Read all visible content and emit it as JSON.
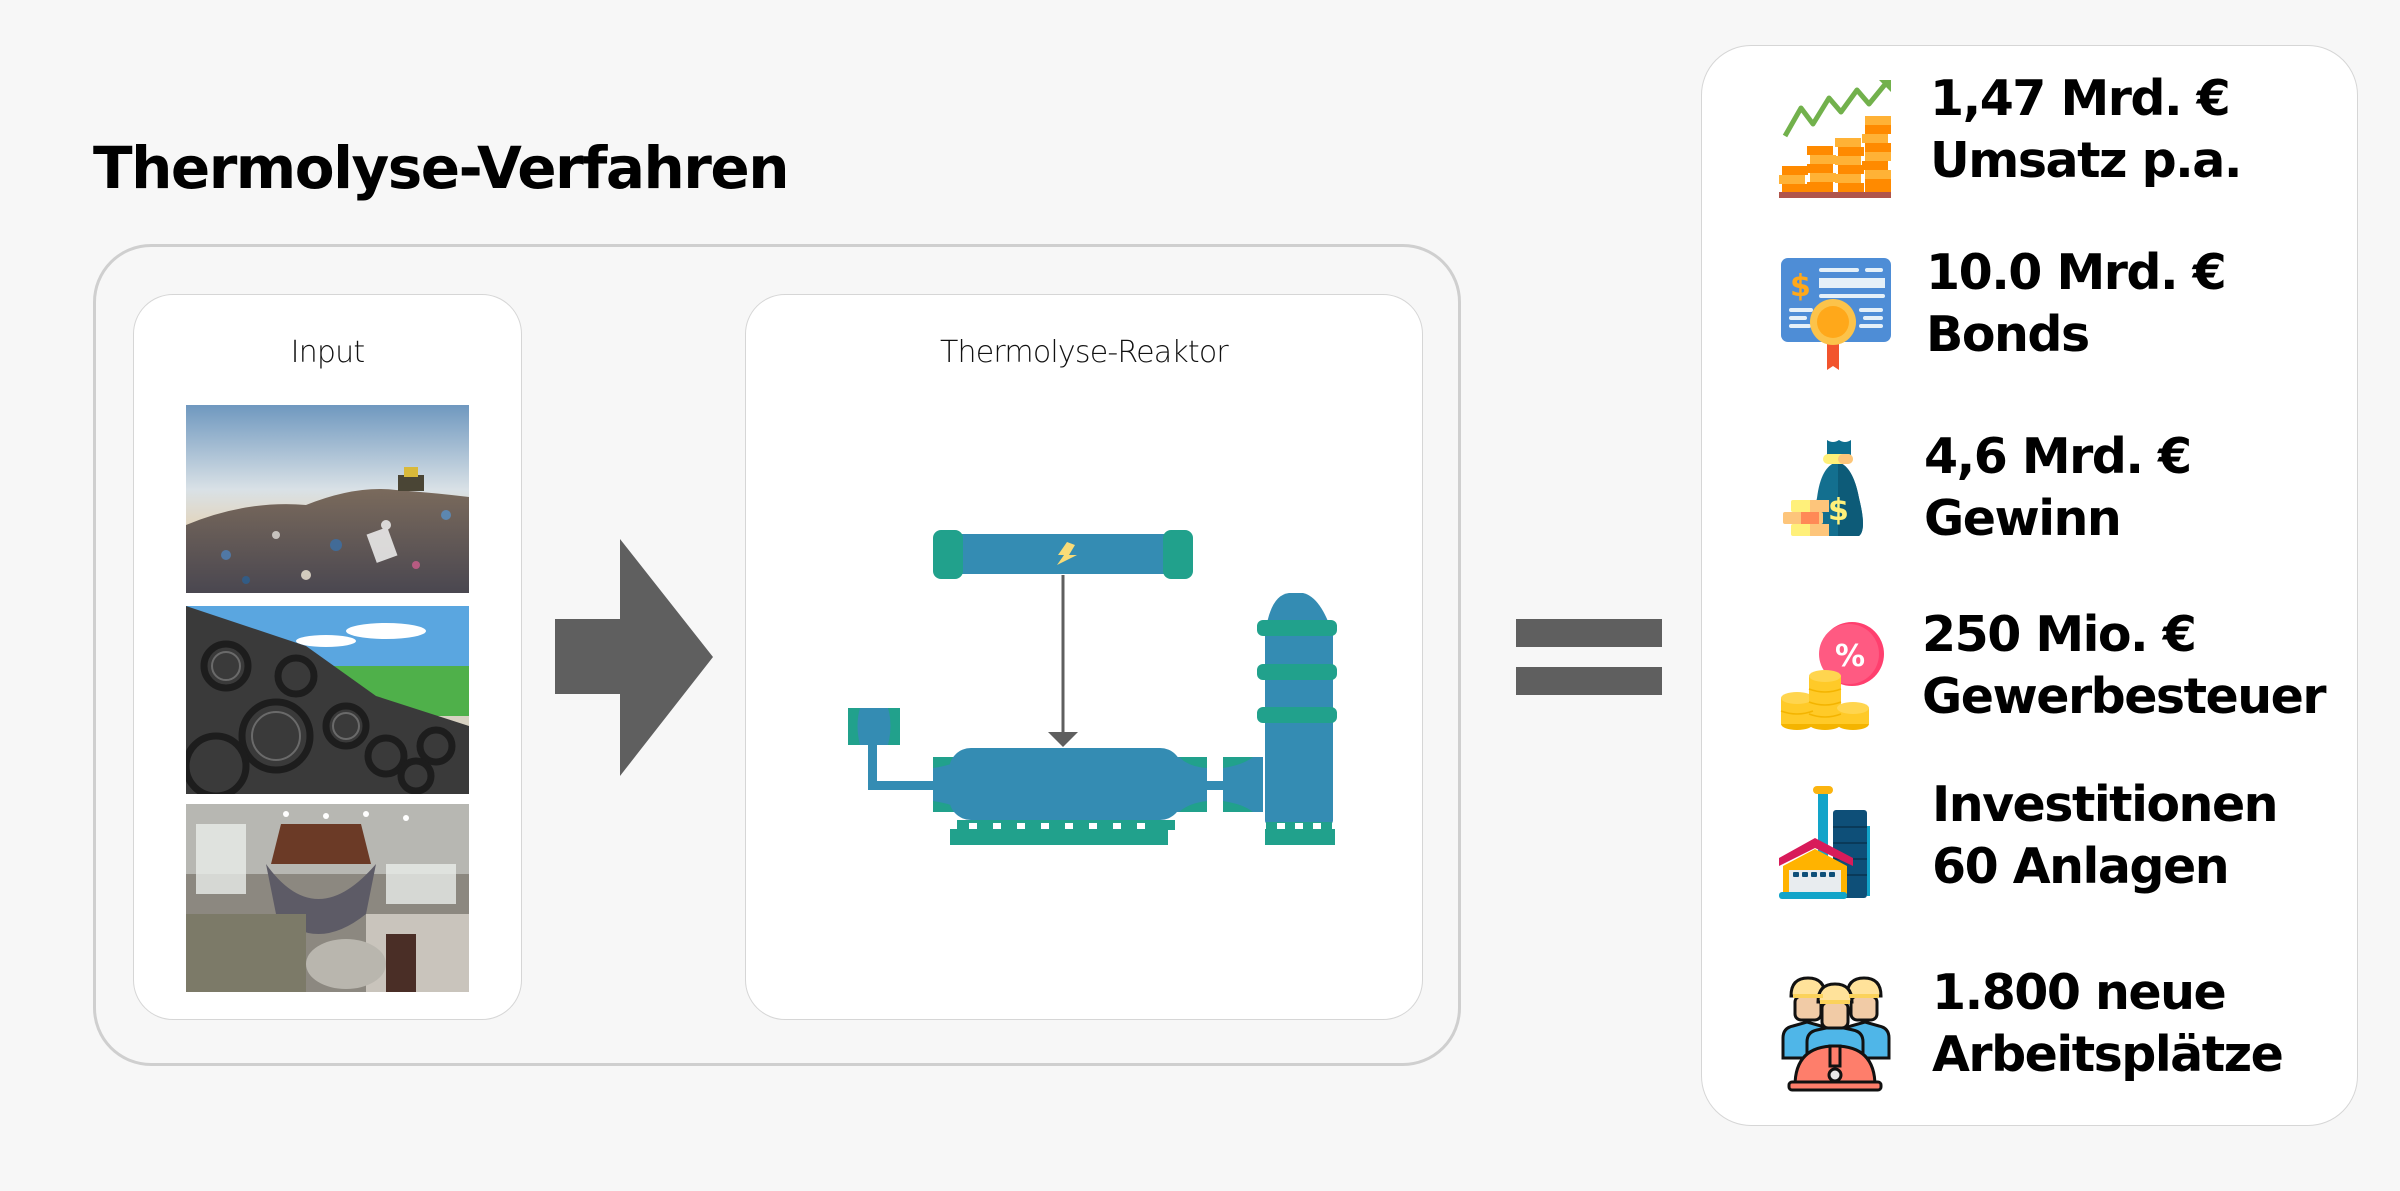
{
  "title": "Thermolyse-Verfahren",
  "flow": {
    "input": {
      "label": "Input",
      "photos": [
        {
          "name": "landfill-waste-photo",
          "alt": "Landfill with waste heap and bulldozer"
        },
        {
          "name": "tire-pile-photo",
          "alt": "Pile of used tires in a field"
        },
        {
          "name": "waste-plant-photo",
          "alt": "Waste processing hall with crane grab"
        }
      ]
    },
    "arrow_icon": "right-arrow",
    "reactor": {
      "label": "Thermolyse-Reaktor",
      "diagram_icon": "thermolysis-reactor-diagram",
      "colors": {
        "body": "#348cb3",
        "accent": "#21a18c",
        "bolt": "#f9dc77",
        "line": "#5f5f5f"
      }
    },
    "equals_icon": "equals-sign"
  },
  "kpis": [
    {
      "icon": "rising-coins-chart-icon",
      "line1": "1,47 Mrd. €",
      "line2": "Umsatz p.a."
    },
    {
      "icon": "bond-certificate-icon",
      "line1": "10.0 Mrd. €",
      "line2": "Bonds"
    },
    {
      "icon": "money-bag-icon",
      "line1": "4,6 Mrd. €",
      "line2": "Gewinn"
    },
    {
      "icon": "tax-percent-coins-icon",
      "line1": "250 Mio. €",
      "line2": "Gewerbesteuer"
    },
    {
      "icon": "factory-icon",
      "line1": "Investitionen",
      "line2": "60 Anlagen"
    },
    {
      "icon": "workers-icon",
      "line1": "1.800 neue",
      "line2": "Arbeitsplätze"
    }
  ],
  "colors": {
    "background": "#f7f7f7",
    "arrow": "#5f5f5f",
    "border": "#cfcfcf"
  }
}
